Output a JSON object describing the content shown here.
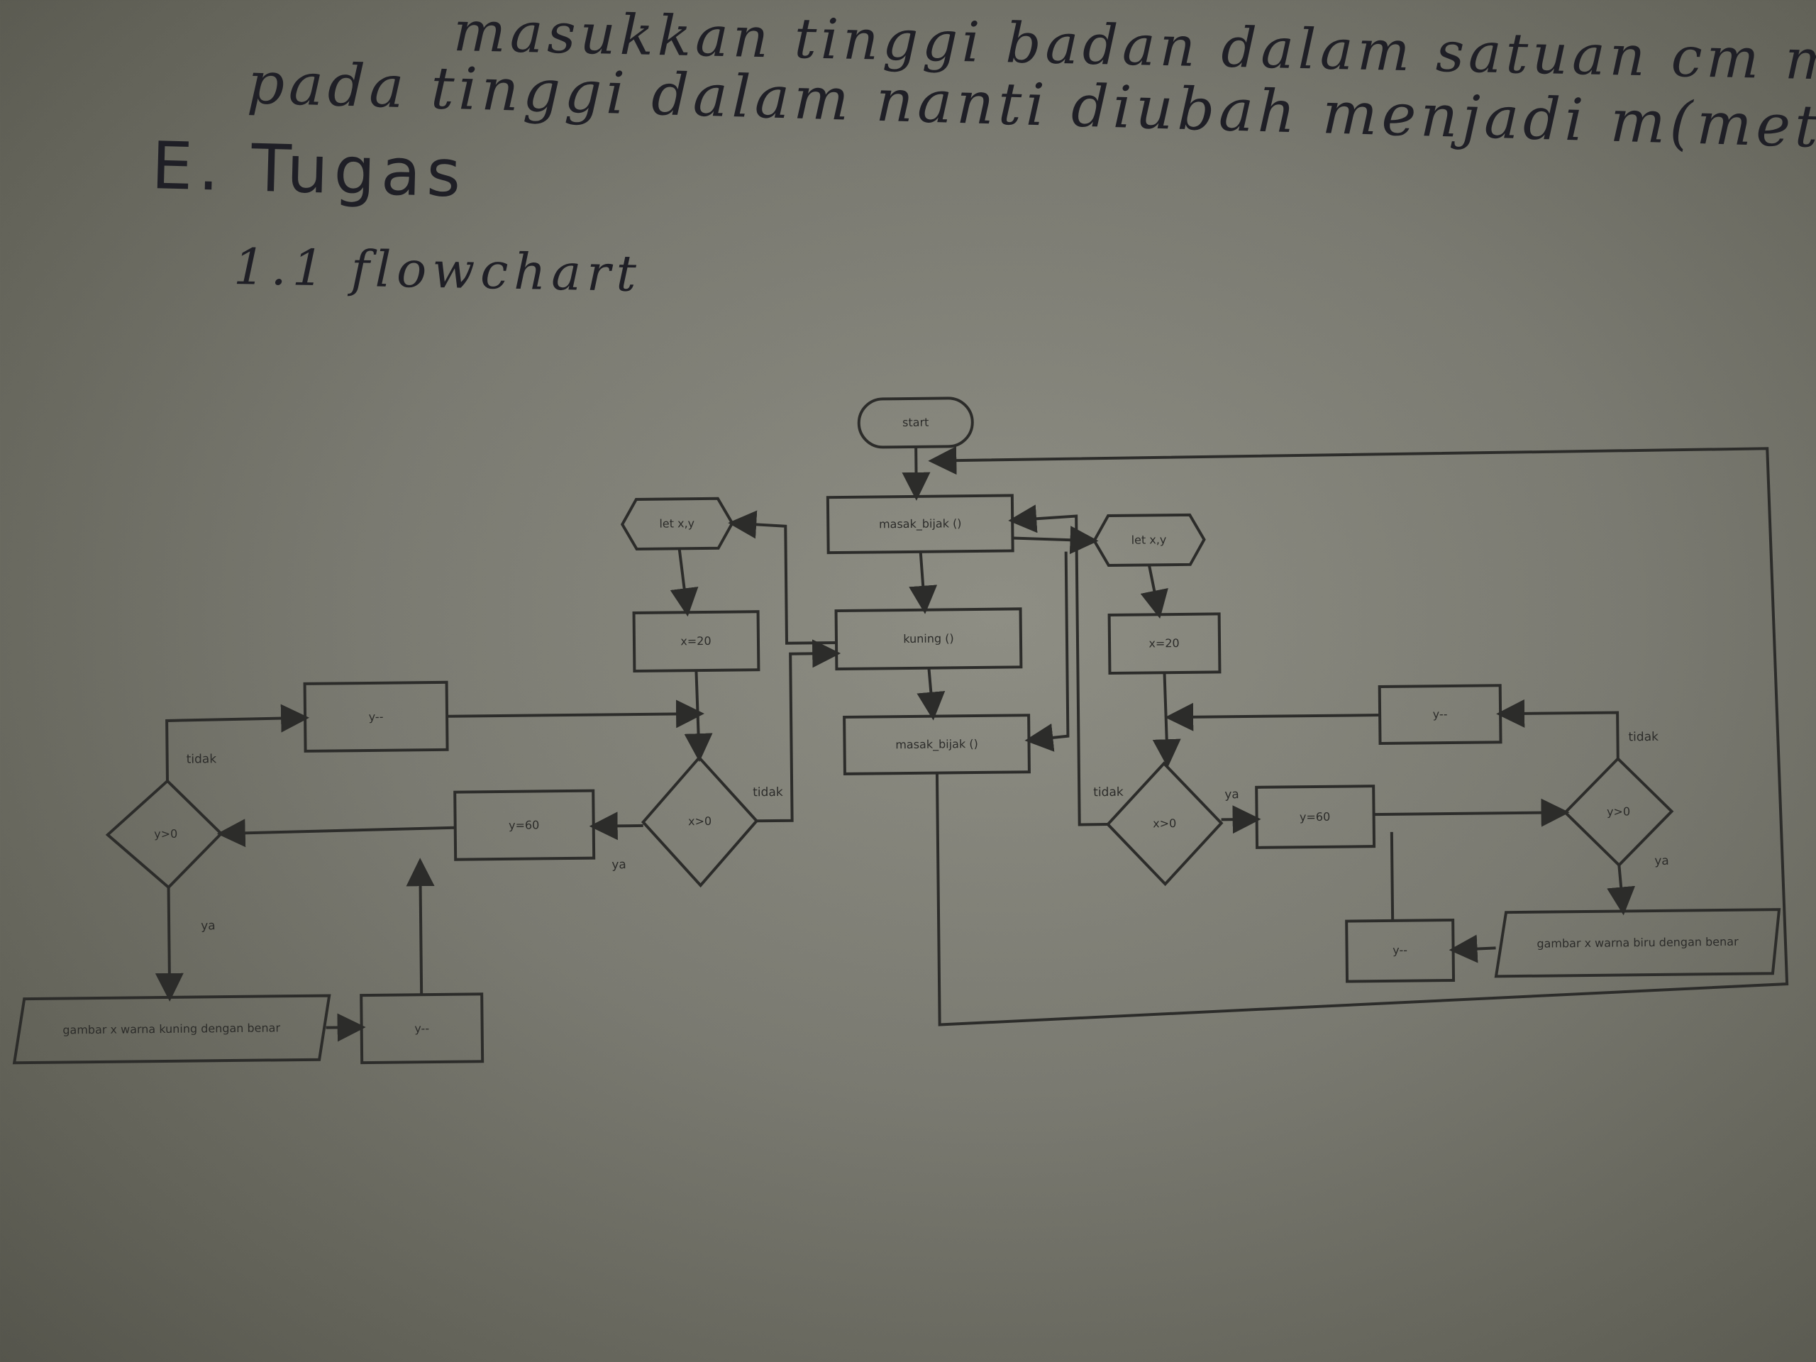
{
  "notes": {
    "line1": "masukkan tinggi badan dalam satuan cm maka",
    "line2": "pada tinggi dalam nanti diubah menjadi m(meter).",
    "heading": "E. Tugas",
    "subheading": "1.1 flowchart"
  },
  "flowchart": {
    "start": "start",
    "main_steps": [
      "masak_bijak ()",
      "kuning ()",
      "masak_bijak ()"
    ],
    "left_branch": {
      "prep": "let x,y",
      "assign": "x=20",
      "check": "x>0",
      "set": "y=60",
      "loop_check": "y>0",
      "decrement_top": "y--",
      "print": "gambar x warna kuning dengan benar",
      "decrement_bottom": "y--"
    },
    "right_branch": {
      "prep": "let x,y",
      "assign": "x=20",
      "check": "x>0",
      "set": "y=60",
      "loop_check": "y>0",
      "decrement_top": "y--",
      "print": "gambar x warna biru dengan benar",
      "decrement_bottom": "y--"
    },
    "edge_labels": {
      "yes": "ya",
      "no": "tidak"
    }
  }
}
